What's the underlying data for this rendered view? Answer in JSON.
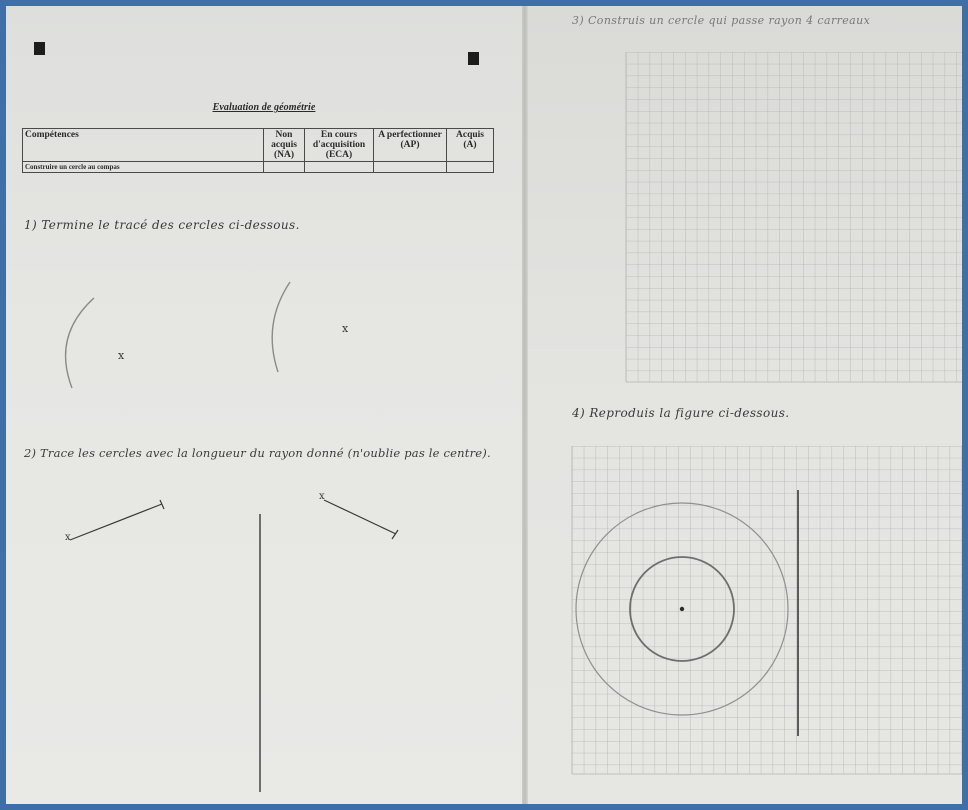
{
  "worksheet": {
    "title": "Evaluation de géométrie",
    "table": {
      "headers": [
        "Compétences",
        "Non acquis (NA)",
        "En cours d'acquisition (ECA)",
        "A perfectionner (AP)",
        "Acquis (A)"
      ],
      "rows": [
        [
          "Construire un cercle au compas",
          "",
          "",
          "",
          ""
        ]
      ]
    },
    "exercise1": "1) Termine le tracé des cercles ci-dessous.",
    "exercise2": "2) Trace les cercles avec la longueur du rayon donné (n'oublie pas le centre).",
    "exercise3": "3) Construis un cercle qui passe rayon 4 carreaux",
    "exercise4": "4) Reproduis la figure ci-dessous.",
    "center_mark": "x"
  },
  "colors": {
    "background_border": "#3f6fa8",
    "paper": "#e6e6e3",
    "ink": "#3a3a3a",
    "pencil": "#8a8a88",
    "grid_line": "#b3b4b3"
  }
}
